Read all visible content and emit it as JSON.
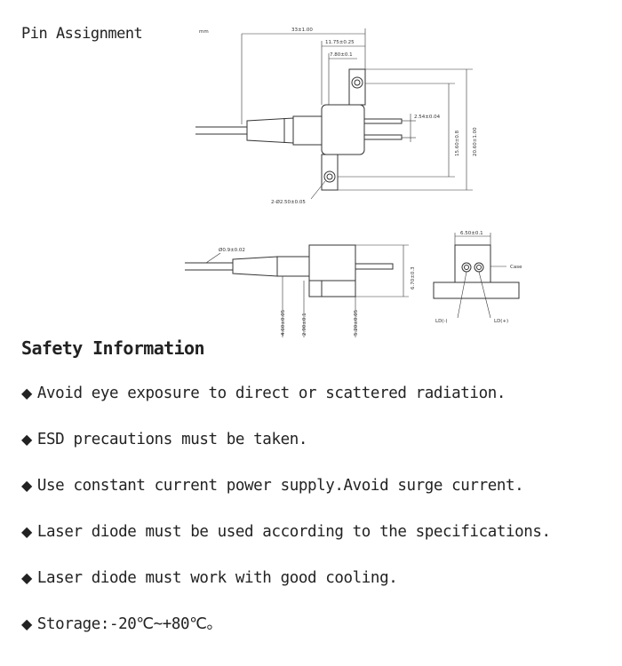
{
  "pin_assignment": {
    "title": "Pin Assignment",
    "top_view": {
      "unit_label": "mm",
      "dim_total_length": "33±1.00",
      "dim_body_length": "11.75±0.25",
      "dim_flange": "7.80±0.1",
      "dim_pin_pitch": "2.54±0.04",
      "dim_height_outer": "20.60±1.00",
      "dim_height_inner": "15.60±0.8",
      "dim_hole": "2-Ø2.50±0.05"
    },
    "side_view": {
      "dim_fiber": "Ø0.9±0.02",
      "dim_body_height": "6.70±0.3",
      "dim_a": "4.60±0.05",
      "dim_b": "2.90±0.1",
      "dim_c": "5.20±0.05"
    },
    "end_view": {
      "dim_width": "6.50±0.1",
      "label_case": "Case",
      "label_ld_minus": "LD(-)",
      "label_ld_plus": "LD(+)"
    }
  },
  "safety": {
    "title": "Safety Information",
    "items": [
      "Avoid eye exposure to direct or scattered radiation.",
      "ESD precautions must be taken.",
      "Use constant current power supply.Avoid surge current.",
      "Laser diode must be used according to the specifications.",
      "Laser diode must work with good cooling.",
      "Storage:-20℃~+80℃。"
    ]
  }
}
